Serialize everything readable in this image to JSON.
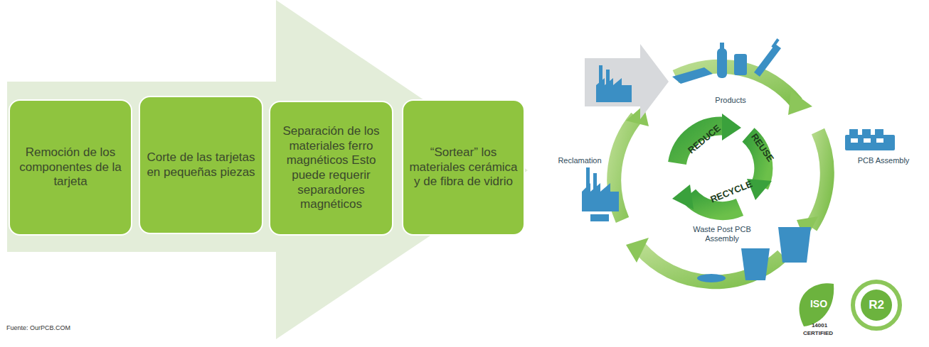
{
  "diagram": {
    "nodes": [
      {
        "text": [
          "Remoción de los componentes de la tarjeta"
        ]
      },
      {
        "text": [
          "Corte de las tarjetas en pequeñas piezas"
        ]
      },
      {
        "text": [
          "Separación de los materiales ferro magnéticos Esto puede requerir separadores magnéticos"
        ]
      },
      {
        "text": [
          "“Sortear” los materiales cerámica y de fibra de vidrio"
        ]
      }
    ],
    "labels": [
      "Products",
      "PCB Assembly",
      "Waste Post PCB Assembly",
      "Reclamation",
      "REDUCE",
      "REUSE",
      "RECYCLE",
      "ISO",
      "14001",
      "CERTIFIED",
      "R2",
      "Fuente: OurPCB.COM"
    ]
  }
}
